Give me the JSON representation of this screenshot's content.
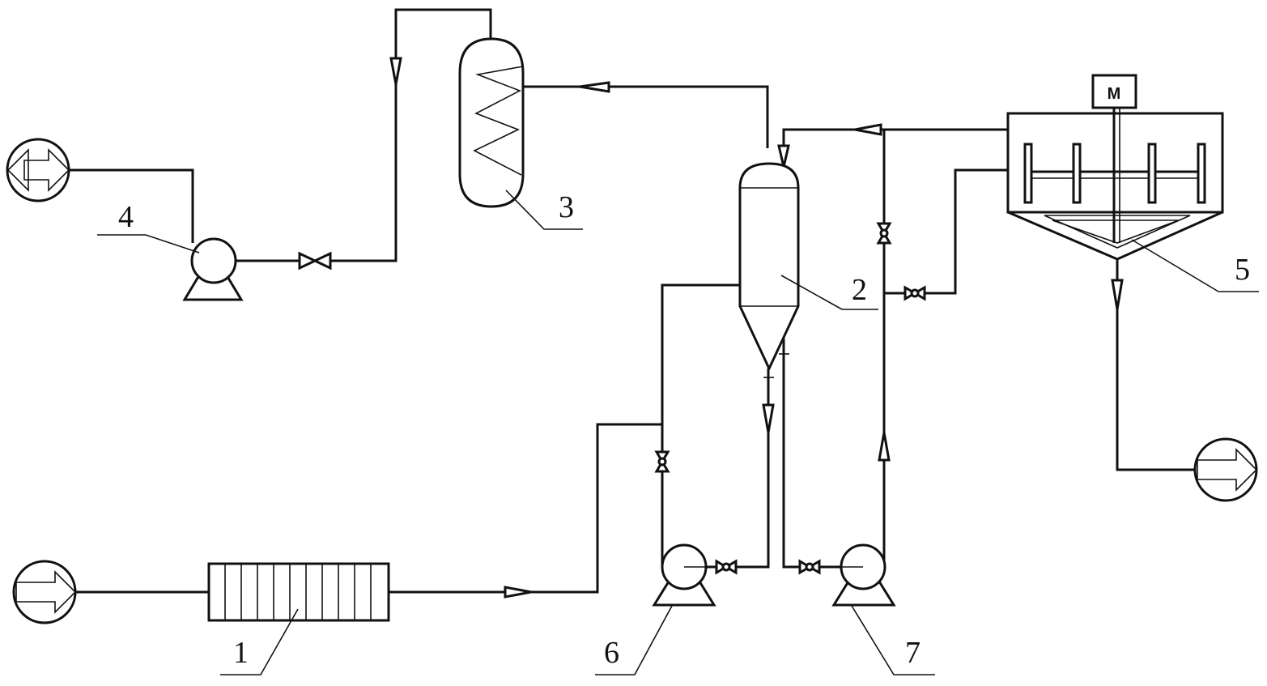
{
  "diagram": {
    "components": [
      {
        "id": "1",
        "label": "1"
      },
      {
        "id": "2",
        "label": "2"
      },
      {
        "id": "3",
        "label": "3"
      },
      {
        "id": "4",
        "label": "4"
      },
      {
        "id": "5",
        "label": "5"
      },
      {
        "id": "6",
        "label": "6"
      },
      {
        "id": "7",
        "label": "7"
      }
    ],
    "motor_label": "M"
  }
}
